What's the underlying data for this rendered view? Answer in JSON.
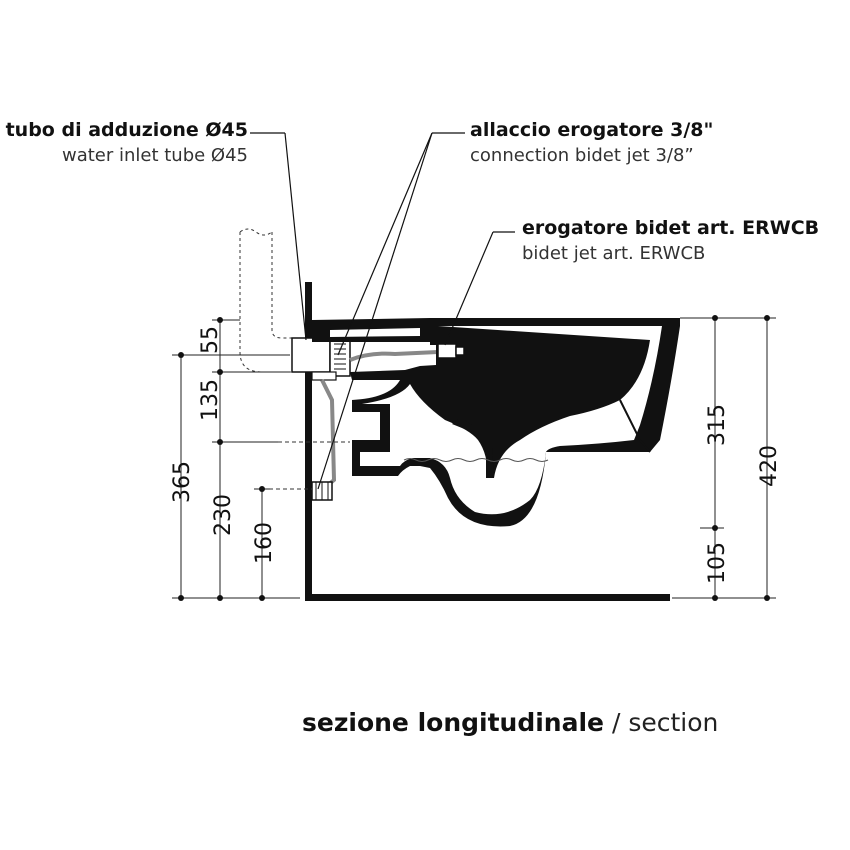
{
  "labels": {
    "inlet_it": "tubo di adduzione Ø45",
    "inlet_en": "water inlet tube Ø45",
    "connection_it": "allaccio erogatore 3/8\"",
    "connection_en": "connection bidet jet 3/8”",
    "jet_it": "erogatore bidet art. ERWCB",
    "jet_en": "bidet jet art. ERWCB"
  },
  "dimensions": {
    "d55": "55",
    "d135": "135",
    "d365": "365",
    "d230": "230",
    "d160": "160",
    "d315": "315",
    "d105": "105",
    "d420": "420"
  },
  "caption": {
    "main": "sezione longitudinale",
    "separator": " / ",
    "sub": "section"
  }
}
